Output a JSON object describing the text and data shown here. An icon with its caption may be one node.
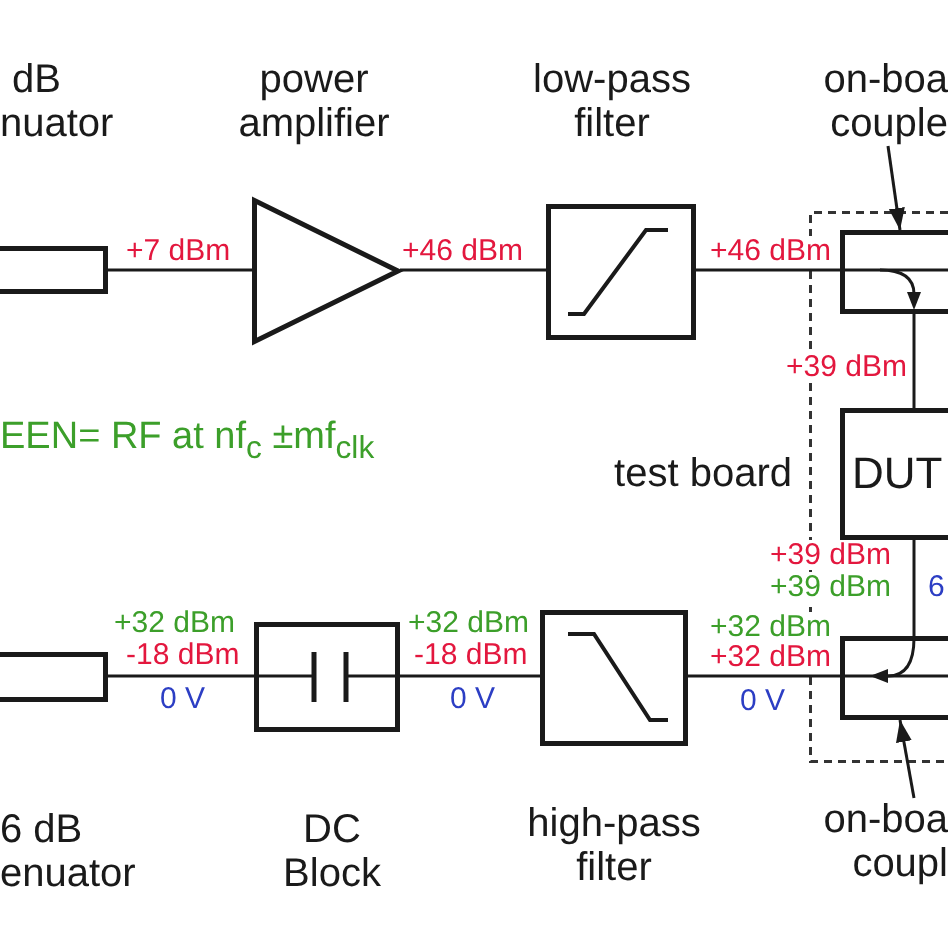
{
  "diagram": {
    "nodes": [
      {
        "text": [],
        "shape": "box",
        "beside": [
          "dB nuator"
        ]
      },
      {
        "text": [],
        "shape": "triangle",
        "beside": [
          "power amplifier"
        ]
      },
      {
        "text": [],
        "shape": "box",
        "beside": [
          "low-pass filter"
        ]
      },
      {
        "text": [
          "on-boa couple"
        ]
      },
      {
        "text": [],
        "shape": "box",
        "beside": [
          "test board"
        ]
      },
      {
        "text": [],
        "shape": "box",
        "in": 4
      },
      {
        "text": [
          "DUT"
        ],
        "in": 4
      },
      {
        "text": [],
        "shape": "box",
        "in": 4
      },
      {
        "text": [
          "on-boa coupl"
        ]
      },
      {
        "text": [],
        "shape": "box",
        "beside": [
          "6 dB enuator"
        ]
      },
      {
        "text": [],
        "shape": "box",
        "beside": [
          "DC Block"
        ]
      },
      {
        "text": [],
        "shape": "box",
        "beside": [
          "high-pass filter"
        ]
      }
    ],
    "edges": [
      {
        "from": 0,
        "to": 1,
        "arrow": "none"
      },
      {
        "from": 1,
        "to": 2,
        "arrow": "none"
      },
      {
        "from": 2,
        "to": 5,
        "arrow": "none"
      },
      {
        "from": 3,
        "to": 5,
        "arrow": "to"
      },
      {
        "from": 5,
        "to": 6,
        "arrow": "none"
      },
      {
        "from": 6,
        "to": 7,
        "arrow": "none"
      },
      {
        "from": 8,
        "to": 7,
        "arrow": "to"
      },
      {
        "from": 7,
        "to": 11,
        "arrow": "none"
      },
      {
        "from": 11,
        "to": 10,
        "arrow": "none"
      },
      {
        "from": 10,
        "to": 9,
        "arrow": "none"
      }
    ],
    "labels": [
      "+7 dBm",
      "+46 dBm",
      "+46 dBm",
      "+39 dBm",
      "EEN= RF at nf$_{c}$ ±mf$_{clk}$",
      "+39 dBm",
      "+39 dBm",
      "6",
      "+32 dBm",
      "+32 dBm",
      "+32 dBm",
      "-18 dBm",
      "-18 dBm",
      "+32 dBm",
      "0 V",
      "0 V",
      "0 V"
    ]
  }
}
